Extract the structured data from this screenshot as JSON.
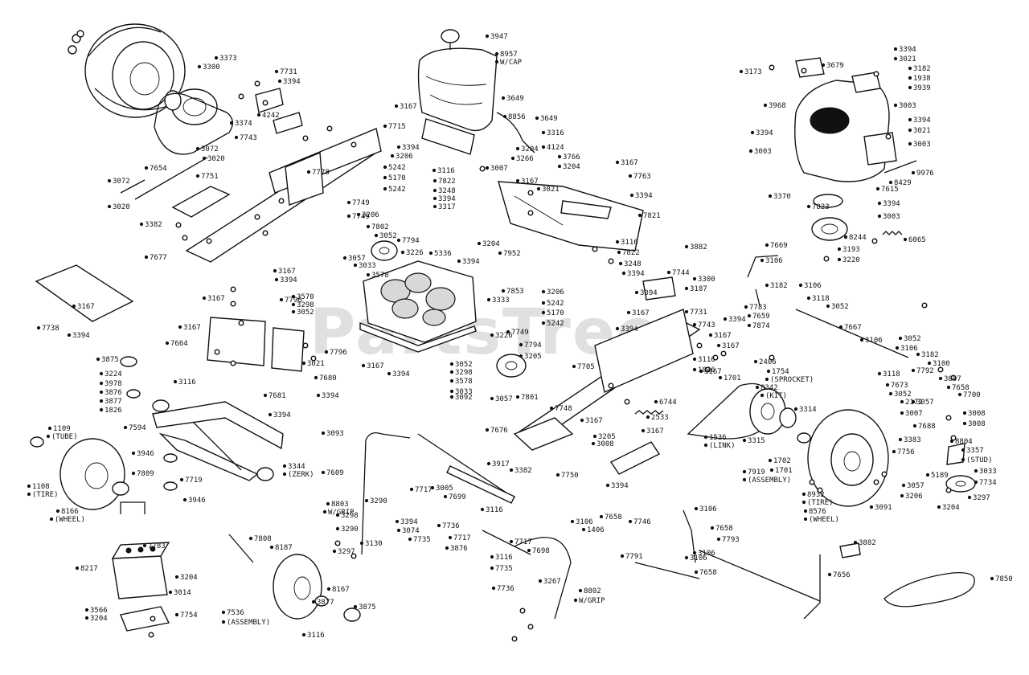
{
  "watermark": {
    "text": "PartsTree",
    "trademark": "™"
  },
  "labels": [
    "3947",
    "8957",
    "W/CAP",
    "3649",
    "8856",
    "3649",
    "3167",
    "7715",
    "3394",
    "3316",
    "3204",
    "4124",
    "3266",
    "3766",
    "3007",
    "3204",
    "3373",
    "3300",
    "7731",
    "3394",
    "4242",
    "3374",
    "7743",
    "3072",
    "3020",
    "7654",
    "7751",
    "3072",
    "3020",
    "3382",
    "7677",
    "7778",
    "3206",
    "5242",
    "5170",
    "5242",
    "7749",
    "7749",
    "3206",
    "7802",
    "3052",
    "7794",
    "3226",
    "3057",
    "3033",
    "3578",
    "5336",
    "3116",
    "7822",
    "3248",
    "3394",
    "3317",
    "3167",
    "3021",
    "7821",
    "3167",
    "7763",
    "3394",
    "3204",
    "7952",
    "3394",
    "7853",
    "3333",
    "3116",
    "7822",
    "3248",
    "3394",
    "3679",
    "3173",
    "3394",
    "3021",
    "3182",
    "1938",
    "3939",
    "3003",
    "3968",
    "3394",
    "3021",
    "3003",
    "3394",
    "3003",
    "9976",
    "8429",
    "7615",
    "3370",
    "3394",
    "7823",
    "3003",
    "8244",
    "6065",
    "3193",
    "3220",
    "3167",
    "3394",
    "7796",
    "3167",
    "7796",
    "3570",
    "3298",
    "3052",
    "3167",
    "7664",
    "3116",
    "3021",
    "7680",
    "7681",
    "3394",
    "7738",
    "3167",
    "3394",
    "3206",
    "5242",
    "5170",
    "5242",
    "7749",
    "3226",
    "3167",
    "3394",
    "7794",
    "3205",
    "3052",
    "3298",
    "3578",
    "3033",
    "3092",
    "3057",
    "7801",
    "3167",
    "3394",
    "7705",
    "7744",
    "3394",
    "3300",
    "3187",
    "7731",
    "3394",
    "7743",
    "3167",
    "3167",
    "3116",
    "3167",
    "3882",
    "7669",
    "3106",
    "3182",
    "3106",
    "7783",
    "7659",
    "7874",
    "3118",
    "3052",
    "7667",
    "3106",
    "3052",
    "3106",
    "3182",
    "3118",
    "3100",
    "7673",
    "7792",
    "3007",
    "3052",
    "7658",
    "3057",
    "2172",
    "7700",
    "3007",
    "7688",
    "3008",
    "3008",
    "3383",
    "8804",
    "7756",
    "3357",
    "(STUD)",
    "5189",
    "3033",
    "3057",
    "7734",
    "3206",
    "3204",
    "3297",
    "3875",
    "3224",
    "3978",
    "3876",
    "3877",
    "1826",
    "1109",
    "(TUBE)",
    "7594",
    "3946",
    "3394",
    "7809",
    "7719",
    "3344",
    "(ZERK)",
    "3946",
    "1108",
    "(TIRE)",
    "8166",
    "(WHEEL)",
    "7783",
    "8217",
    "3204",
    "3014",
    "3566",
    "3204",
    "7754",
    "3093",
    "7609",
    "8803",
    "W/GRIP",
    "3917",
    "7717",
    "3005",
    "7699",
    "3290",
    "3298",
    "3394",
    "3074",
    "7735",
    "7736",
    "7717",
    "3116",
    "3876",
    "3130",
    "3290",
    "3297",
    "7698",
    "7717",
    "3116",
    "7735",
    "7736",
    "3267",
    "8802",
    "W/GRIP",
    "7808",
    "8187",
    "8167",
    "3877",
    "3116",
    "3875",
    "7536",
    "(ASSEMBLY)",
    "7676",
    "3382",
    "7748",
    "3167",
    "3205",
    "3008",
    "2533",
    "3167",
    "7750",
    "3394",
    "3106",
    "1406",
    "7658",
    "7746",
    "3106",
    "7658",
    "7791",
    "3106",
    "7658",
    "7793",
    "3106",
    "1826",
    "1701",
    "2406",
    "1754",
    "(SPROCKET)",
    "8342",
    "(KIT)",
    "6744",
    "3314",
    "1536",
    "(LINK)",
    "3315",
    "1702",
    "1701",
    "7919",
    "(ASSEMBLY)",
    "8932",
    "(TIRE)",
    "8576",
    "(WHEEL)",
    "3091",
    "3882",
    "7656",
    "7850"
  ]
}
